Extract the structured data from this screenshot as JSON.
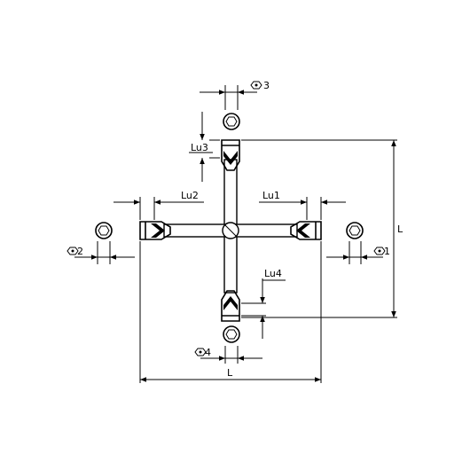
{
  "labels": {
    "hex1": "1",
    "hex2": "2",
    "hex3": "3",
    "hex4": "4",
    "lu1": "Lu1",
    "lu2": "Lu2",
    "lu3": "Lu3",
    "lu4": "Lu4",
    "length_h": "L",
    "length_v": "L"
  },
  "colors": {
    "stroke": "#000000",
    "background": "#ffffff"
  }
}
